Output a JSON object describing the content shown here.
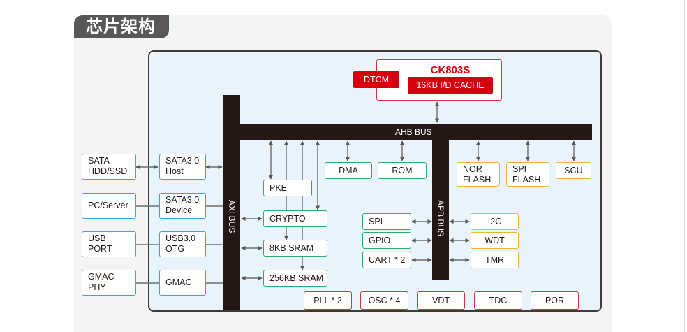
{
  "title": "芯片架构",
  "cpu": {
    "name": "CK803S",
    "cache": "16KB I/D CACHE",
    "dtcm": "DTCM"
  },
  "buses": {
    "ahb": "AHB BUS",
    "axi": "AXI BUS",
    "apb": "APB BUS"
  },
  "external": [
    {
      "line1": "SATA",
      "line2": "HDD/SSD"
    },
    {
      "line1": "PC/Server",
      "line2": ""
    },
    {
      "line1": "USB",
      "line2": "PORT"
    },
    {
      "line1": "GMAC",
      "line2": "PHY"
    }
  ],
  "controllers": [
    {
      "line1": "SATA3.0",
      "line2": "Host"
    },
    {
      "line1": "SATA3.0",
      "line2": "Device"
    },
    {
      "line1": "USB3.0",
      "line2": "OTG"
    },
    {
      "line1": "GMAC",
      "line2": ""
    }
  ],
  "axi_blocks": [
    "PKE",
    "CRYPTO",
    "8KB SRAM",
    "256KB SRAM"
  ],
  "ahb_blocks": [
    "DMA",
    "ROM"
  ],
  "ahb_right_blocks": [
    {
      "line1": "NOR",
      "line2": "FLASH"
    },
    {
      "line1": "SPI",
      "line2": "FLASH"
    },
    {
      "line1": "SCU",
      "line2": ""
    }
  ],
  "apb_left_blocks": [
    "SPI",
    "GPIO",
    "UART * 2"
  ],
  "apb_right_blocks": [
    "I2C",
    "WDT",
    "TMR"
  ],
  "analog_blocks": [
    "PLL * 2",
    "OSC * 4",
    "VDT",
    "TDC",
    "POR"
  ],
  "colors": {
    "bus": "#231815",
    "cpu_red": "#d7000f",
    "external_border": "#3aa3df",
    "axi_border": "#2fab6a",
    "peripheral_border": "#f2b233",
    "analog_border": "#d9343d",
    "chip_bg": "#e9f3fb",
    "title_bg": "#595757"
  }
}
